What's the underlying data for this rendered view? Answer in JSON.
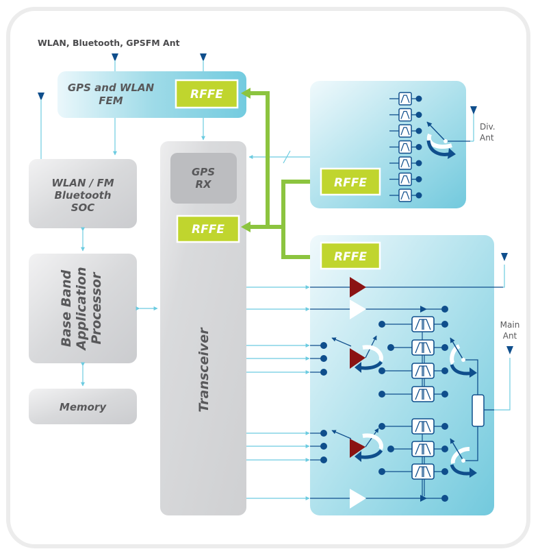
{
  "title": "WLAN, Bluetooth, GPSFM Ant",
  "colors": {
    "rfe_green": "#c0d52e",
    "bus_green": "#8cc43f",
    "gray_block": "#d3d4d6",
    "dark_gray_block": "#bcbdc0",
    "blue_panel": "#7fd0e2",
    "navy": "#0f4e8c",
    "amp_red": "#8b1313",
    "signal_line": "#6ccbe0"
  },
  "blocks": {
    "fem": {
      "line1": "GPS and WLAN",
      "line2": "FEM"
    },
    "fem_rfe": "RFFE",
    "soc": {
      "line1": "WLAN / FM",
      "line2": "Bluetooth",
      "line3": "SOC"
    },
    "baseband": {
      "line1": "Base Band",
      "line2": "Application",
      "line3": "Processor"
    },
    "memory": "Memory",
    "transceiver": "Transceiver",
    "gps_rx": {
      "line1": "GPS",
      "line2": "RX"
    },
    "transceiver_rfe": "RFFE",
    "div_rfe": "RFFE",
    "main_rfe": "RFFE"
  },
  "antennas": {
    "div": {
      "line1": "Div.",
      "line2": "Ant"
    },
    "main": {
      "line1": "Main",
      "line2": "Ant"
    }
  },
  "icons": [
    "antenna-icon",
    "filter-icon",
    "switch-icon",
    "power-amplifier-icon",
    "low-noise-amplifier-icon",
    "diplexer-icon"
  ]
}
